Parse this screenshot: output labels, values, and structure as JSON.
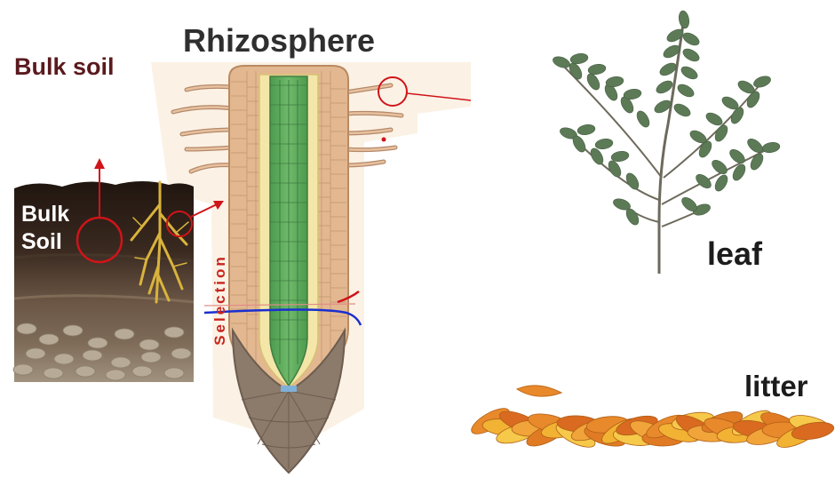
{
  "labels": {
    "rhizosphere": "Rhizosphere",
    "bulk_soil_title": "Bulk soil",
    "bulk_soil_panel_line1": "Bulk",
    "bulk_soil_panel_line2": "Soil",
    "selection": "Selection",
    "leaf": "leaf",
    "litter": "litter"
  },
  "colors": {
    "soil_top": "#2b1d16",
    "soil_mid": "#5a4334",
    "soil_low": "#8a765f",
    "root_cortex": "#e3b890",
    "root_cortex_edge": "#b88a62",
    "stele": "#5aa35a",
    "root_cap": "#8c7a6b",
    "leaflet": "#5d7a57",
    "litter_orange": "#e8892b",
    "litter_yellow": "#f2b233",
    "accent_red": "#d0141a",
    "accent_blue": "#1a2fd0"
  },
  "icons": [
    "soil-profile-illustration",
    "root-cross-section-illustration",
    "compound-leaf-illustration",
    "leaf-litter-illustration"
  ]
}
